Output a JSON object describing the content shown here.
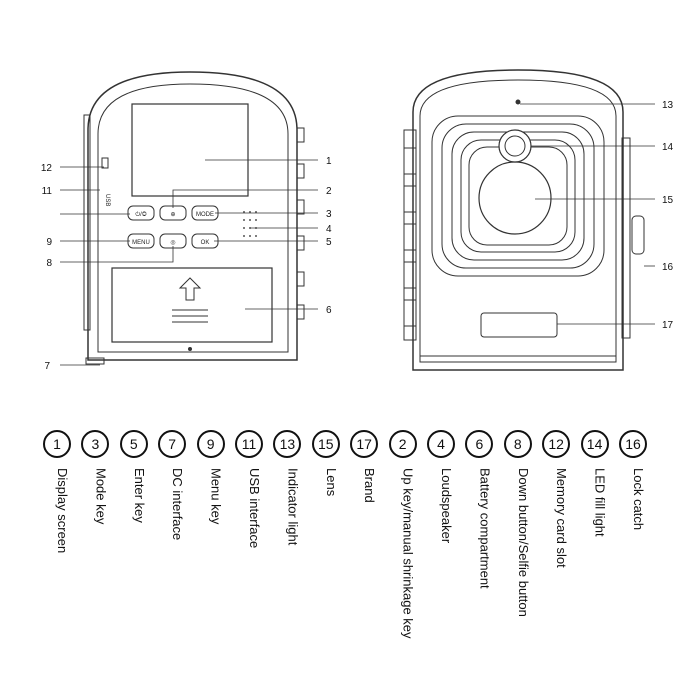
{
  "callouts": [
    "1",
    "2",
    "3",
    "4",
    "5",
    "6",
    "7",
    "8",
    "9",
    "11",
    "12",
    "13",
    "14",
    "15",
    "16",
    "17"
  ],
  "button_labels": {
    "power": "⏻/◎",
    "up": "⊕",
    "mode": "MODE",
    "menu": "MENU",
    "down": "◎",
    "ok": "OK",
    "usb": "USB"
  },
  "legend": [
    {
      "num": "1",
      "label": "Display screen"
    },
    {
      "num": "3",
      "label": "Mode key"
    },
    {
      "num": "5",
      "label": "Enter key"
    },
    {
      "num": "7",
      "label": "DC interface"
    },
    {
      "num": "9",
      "label": "Menu key"
    },
    {
      "num": "11",
      "label": "USB interface"
    },
    {
      "num": "13",
      "label": "Indicator light"
    },
    {
      "num": "15",
      "label": "Lens"
    },
    {
      "num": "17",
      "label": "Brand"
    },
    {
      "num": "2",
      "label": "Up key/manual shrinkage key"
    },
    {
      "num": "4",
      "label": "Loudspeaker"
    },
    {
      "num": "6",
      "label": "Battery compartment"
    },
    {
      "num": "8",
      "label": "Down button/Selfie button"
    },
    {
      "num": "12",
      "label": "Memory card slot"
    },
    {
      "num": "14",
      "label": "LED fill light"
    },
    {
      "num": "16",
      "label": "Lock catch"
    }
  ]
}
